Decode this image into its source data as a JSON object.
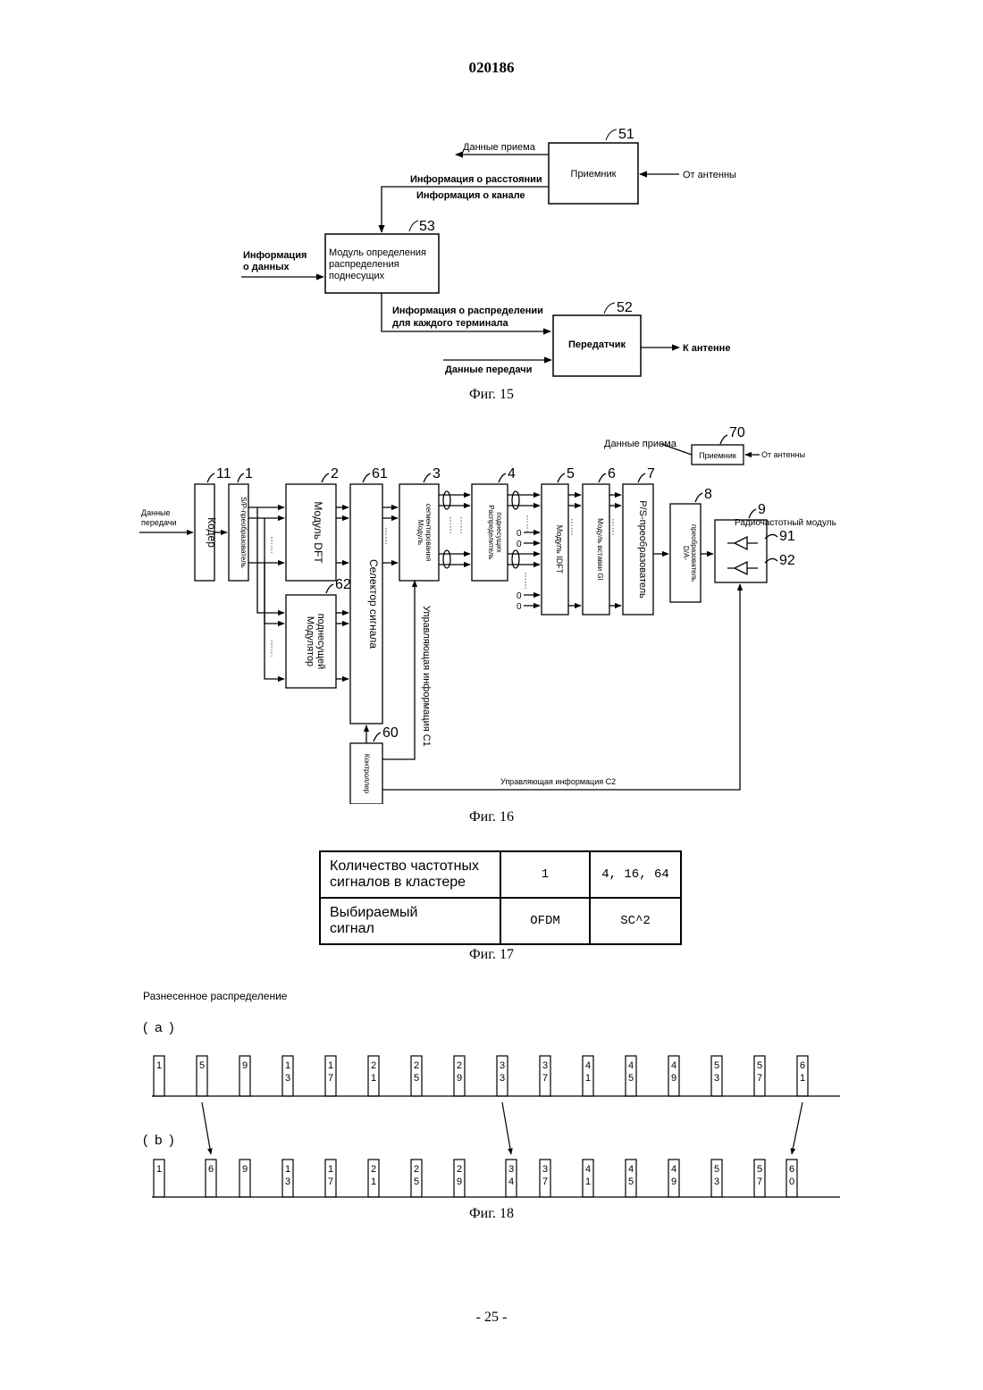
{
  "doc_number": "020186",
  "page_number": "- 25 -",
  "fig15": {
    "caption": "Фиг. 15",
    "receiver": {
      "id": "51",
      "label": "Приемник"
    },
    "transmitter": {
      "id": "52",
      "label": "Передатчик"
    },
    "allocator": {
      "id": "53",
      "label_lines": [
        "Модуль определения",
        "распределения",
        "поднесущих"
      ]
    },
    "from_antenna": "От антенны",
    "received_data": "Данные приема",
    "distance_info": "Информация о расстоянии",
    "channel_info": "Информация о канале",
    "data_info_lines": [
      "Информация",
      "о данных"
    ],
    "allocation_info_lines": [
      "Информация о распределении",
      "для каждого терминала"
    ],
    "tx_data": "Данные передачи",
    "to_antenna": "К антенне"
  },
  "fig16": {
    "caption": "Фиг. 16",
    "receiver": {
      "id": "70",
      "label": "Приемник"
    },
    "received_data": "Данные приема",
    "from_antenna": "От антенны",
    "tx_data_lines": [
      "Данные",
      "передачи"
    ],
    "coder": {
      "id": "11",
      "label": "Кодер"
    },
    "sp": {
      "id": "1",
      "label": "S/P-преобразователь"
    },
    "dft": {
      "id": "2",
      "label": "Модуль DFT"
    },
    "modulator": {
      "id": "62",
      "label_lines": [
        "Модулятор",
        "поднесущей"
      ]
    },
    "selector": {
      "id": "61",
      "label": "Селектор сигнала"
    },
    "segmenter": {
      "id": "3",
      "label_lines": [
        "Модуль",
        "сегментирования"
      ]
    },
    "distributor": {
      "id": "4",
      "label_lines": [
        "Распределитель",
        "поднесущих"
      ]
    },
    "idft": {
      "id": "5",
      "label": "Модуль IDFT"
    },
    "gi": {
      "id": "6",
      "label": "Модуль вставки GI"
    },
    "ps": {
      "id": "7",
      "label": "P/S-преобразователь"
    },
    "da": {
      "id": "8",
      "label_lines": [
        "D/A-",
        "преобразователь"
      ]
    },
    "rf": {
      "id": "9",
      "label": "Радиочастотный модуль"
    },
    "antenna1": "91",
    "antenna2": "92",
    "controller": {
      "id": "60",
      "label": "Контроллер"
    },
    "zero": "0",
    "control_c1": "Управляющая информация С1",
    "control_c2": "Управляющая информация С2"
  },
  "fig17": {
    "caption": "Фиг. 17",
    "row1_header_lines": [
      "Количество частотных",
      "сигналов в кластере"
    ],
    "row1_values": [
      "1",
      "4, 16, 64"
    ],
    "row2_header_lines": [
      "Выбираемый",
      "сигнал"
    ],
    "row2_values": [
      "OFDM",
      "SC^2"
    ]
  },
  "fig18": {
    "caption": "Фиг. 18",
    "title": "Разнесенное распределение",
    "label_a": "( a )",
    "label_b": "( b )",
    "row_a": [
      "1",
      "5",
      "9",
      "13",
      "17",
      "21",
      "25",
      "29",
      "33",
      "37",
      "41",
      "45",
      "49",
      "53",
      "57",
      "61"
    ],
    "row_b": [
      "1",
      "6",
      "9",
      "13",
      "17",
      "21",
      "25",
      "29",
      "34",
      "37",
      "41",
      "45",
      "49",
      "53",
      "57",
      "60"
    ]
  }
}
